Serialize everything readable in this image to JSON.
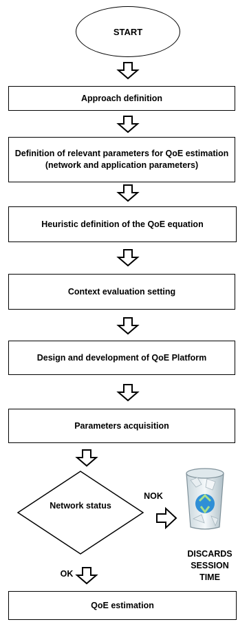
{
  "start": "START",
  "steps": [
    "Approach definition",
    "Definition of relevant parameters for QoE estimation (network and application parameters)",
    "Heuristic definition of the QoE equation",
    "Context evaluation setting",
    "Design and development of QoE Platform",
    "Parameters acquisition"
  ],
  "decision": "Network status",
  "nok_label": "NOK",
  "ok_label": "OK",
  "discard": [
    "DISCARDS",
    "SESSION",
    "TIME"
  ],
  "final_step": "QoE estimation",
  "icons": {
    "flow_arrow": "down-arrow-icon",
    "right_arrow": "right-arrow-icon",
    "discard_icon": "recycle-bin-icon"
  }
}
